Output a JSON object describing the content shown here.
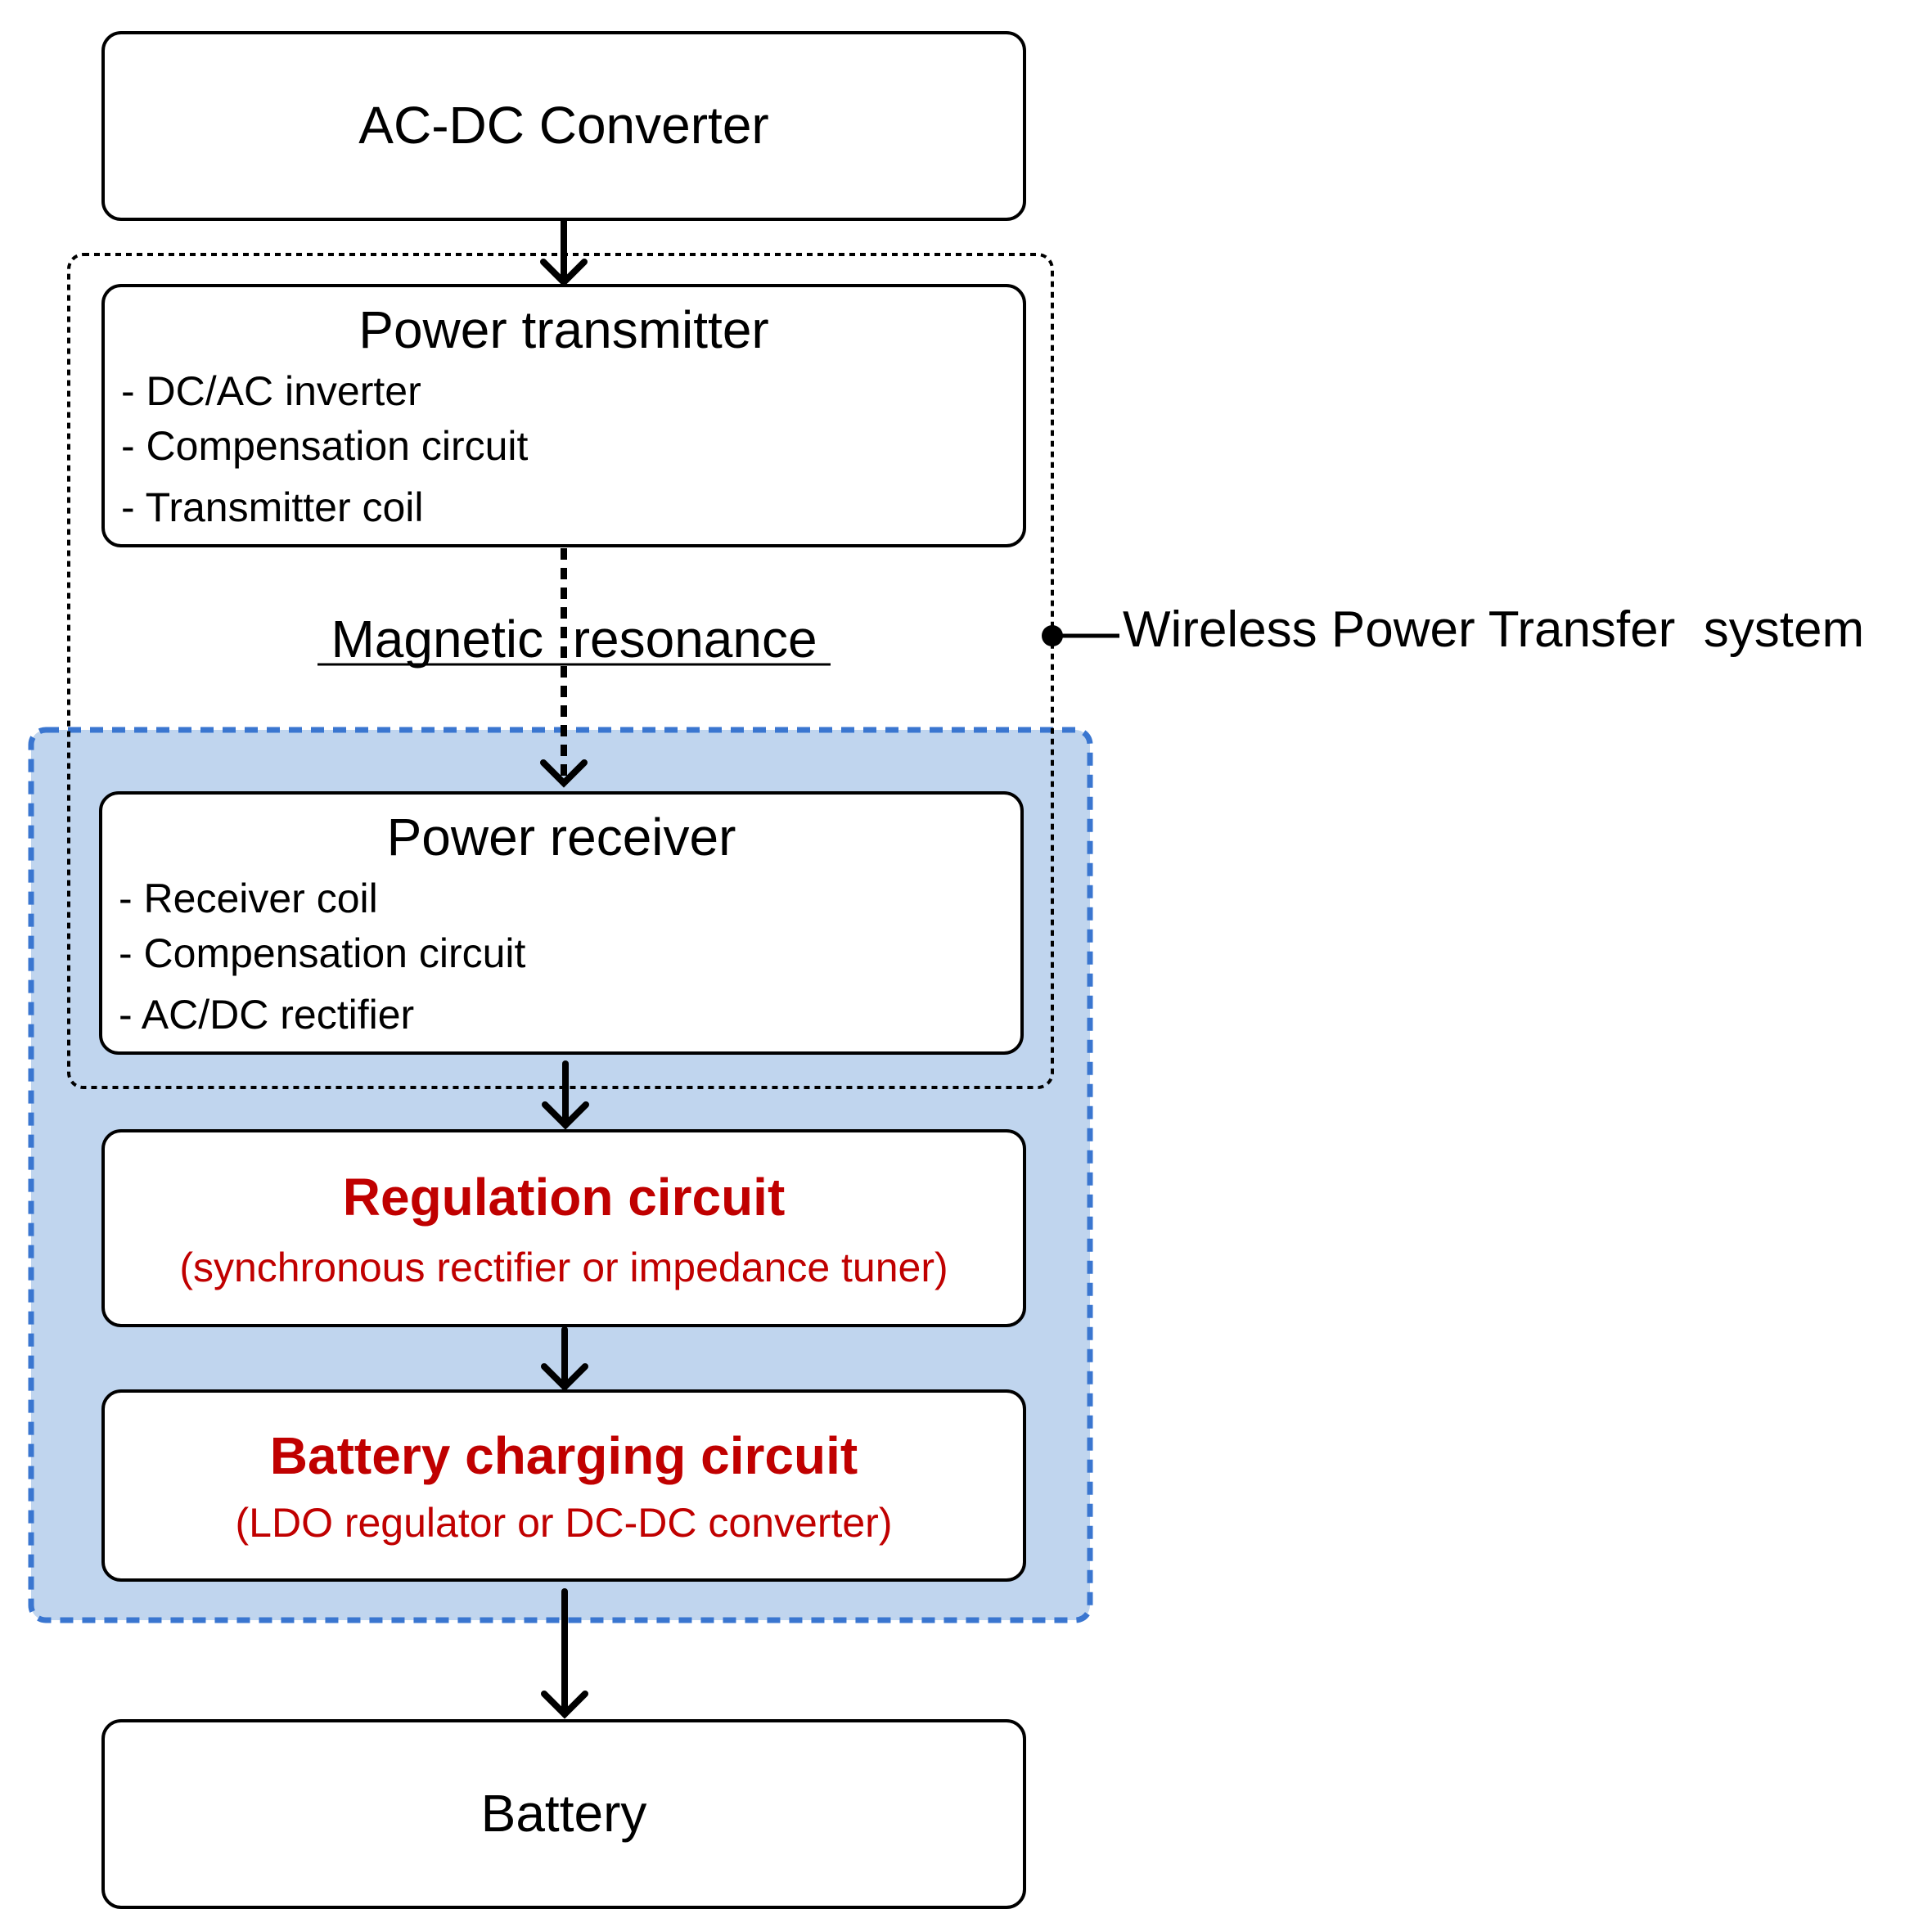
{
  "blocks": {
    "ac_dc": {
      "title": "AC-DC Converter"
    },
    "transmitter": {
      "title": "Power transmitter",
      "items": [
        "- DC/AC inverter",
        "- Compensation circuit",
        "- Transmitter coil"
      ]
    },
    "receiver": {
      "title": "Power receiver",
      "items": [
        "- Receiver coil",
        "- Compensation circuit",
        "- AC/DC rectifier"
      ]
    },
    "regulation": {
      "title": "Regulation circuit",
      "subtitle": "(synchronous rectifier or impedance tuner)"
    },
    "charging": {
      "title": "Battery charging circuit",
      "subtitle": "(LDO regulator or DC-DC converter)"
    },
    "battery": {
      "title": "Battery"
    }
  },
  "labels": {
    "coupling": "Magnetic  resonance",
    "wpt_system": "Wireless Power Transfer  system"
  },
  "colors": {
    "highlight_fill": "#c0d5ee",
    "highlight_border": "#3a76d0",
    "accent_red": "#c00000",
    "line": "#000000"
  }
}
